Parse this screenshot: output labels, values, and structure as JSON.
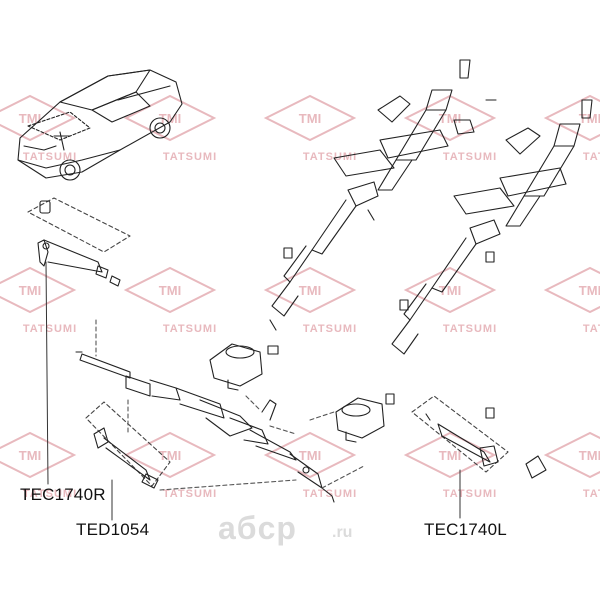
{
  "watermark": {
    "brand_mark": "TMI",
    "brand_name": "TATSUMI",
    "color": "#e8b9be"
  },
  "site_logo": {
    "brand": "aбcp",
    "tld": ".ru"
  },
  "parts": [
    {
      "id": "tie-rod-end-right",
      "code": "TEC1740R"
    },
    {
      "id": "inner-tie-rod",
      "code": "TED1054"
    },
    {
      "id": "tie-rod-end-left",
      "code": "TEC1740L"
    }
  ],
  "colors": {
    "line": "#222222",
    "leader": "#333333"
  }
}
